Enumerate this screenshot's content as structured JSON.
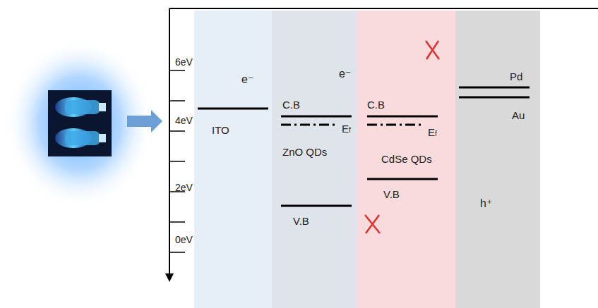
{
  "diagram": {
    "nodes": [
      {
        "text": [
          "ITO"
        ]
      },
      {
        "text": [
          "ZnO QDs"
        ]
      },
      {
        "text": [
          "CdSe QDs"
        ]
      },
      {
        "text": [
          "Pd",
          "Au"
        ]
      }
    ],
    "edges": [
      {
        "from": 1,
        "to": 0,
        "arrow": "to",
        "label": "e⁻"
      },
      {
        "from": 2,
        "to": 1,
        "arrow": "to",
        "label": "e⁻"
      },
      {
        "from": 2,
        "to": 3,
        "arrow": "to",
        "label": "h⁺"
      },
      {
        "from": 2,
        "to": 3,
        "arrow": "to"
      },
      {
        "from": 2,
        "to": 1,
        "arrow": "to"
      }
    ],
    "labels": [
      "6eV",
      "4eV",
      "2eV",
      "0eV",
      "C.B",
      "Ef",
      "V.B",
      "C.B",
      "Ef",
      "V.B"
    ]
  }
}
